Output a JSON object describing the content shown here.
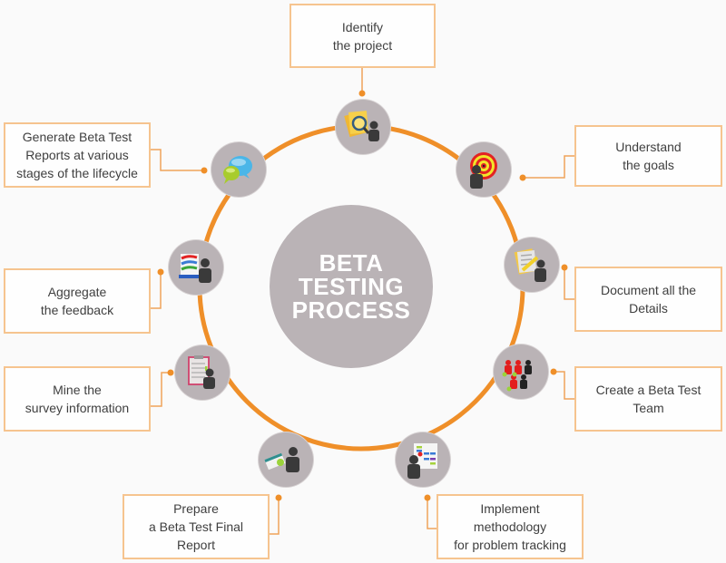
{
  "title_lines": "BETA\nTESTING\nPROCESS",
  "colors": {
    "ring": "#ef8f29",
    "connector": "#f0a35a",
    "box_border": "#f6c48f",
    "node_fill": "#bab3b6",
    "center_fill": "#bab3b6",
    "person": "#3a3a3a"
  },
  "steps": [
    {
      "id": "identify",
      "label": "Identify\nthe project",
      "icon": "magnifier-document-icon"
    },
    {
      "id": "goals",
      "label": "Understand\nthe goals",
      "icon": "target-icon"
    },
    {
      "id": "document",
      "label": "Document all the\nDetails",
      "icon": "document-pen-icon"
    },
    {
      "id": "team",
      "label": "Create a Beta Test\nTeam",
      "icon": "team-icon"
    },
    {
      "id": "tracking",
      "label": "Implement\nmethodology\nfor problem tracking",
      "icon": "tracking-board-icon"
    },
    {
      "id": "final-report",
      "label": "Prepare\na Beta Test Final Report",
      "icon": "final-report-icon"
    },
    {
      "id": "survey",
      "label": "Mine the\nsurvey information",
      "icon": "survey-clipboard-icon"
    },
    {
      "id": "feedback",
      "label": "Aggregate\nthe feedback",
      "icon": "feedback-chart-icon"
    },
    {
      "id": "reports",
      "label": "Generate Beta Test\nReports at various\nstages of the lifecycle",
      "icon": "speech-bubbles-icon"
    }
  ]
}
